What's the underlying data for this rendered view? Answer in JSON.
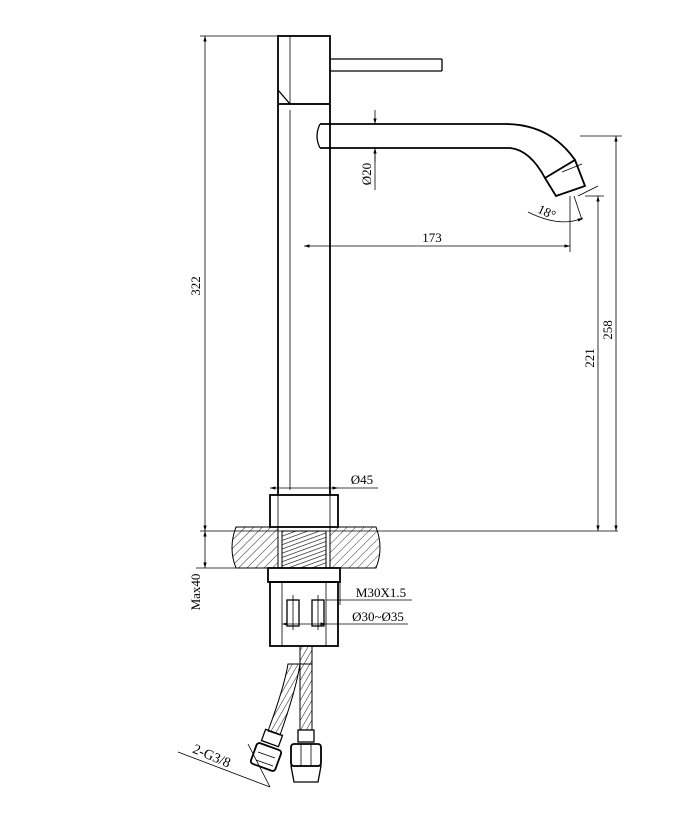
{
  "drawing": {
    "dimensions": {
      "total_height": "322",
      "spout_diameter": "Ø20",
      "spout_angle": "18°",
      "spout_reach": "173",
      "spout_clearance": "221",
      "spout_height": "258",
      "body_diameter": "Ø45",
      "deck_thickness": "Max40",
      "thread": "M30X1.5",
      "hole_diameter": "Ø30~Ø35",
      "hose_connection": "2-G3/8"
    },
    "colors": {
      "line": "#000000",
      "background": "#ffffff"
    }
  }
}
